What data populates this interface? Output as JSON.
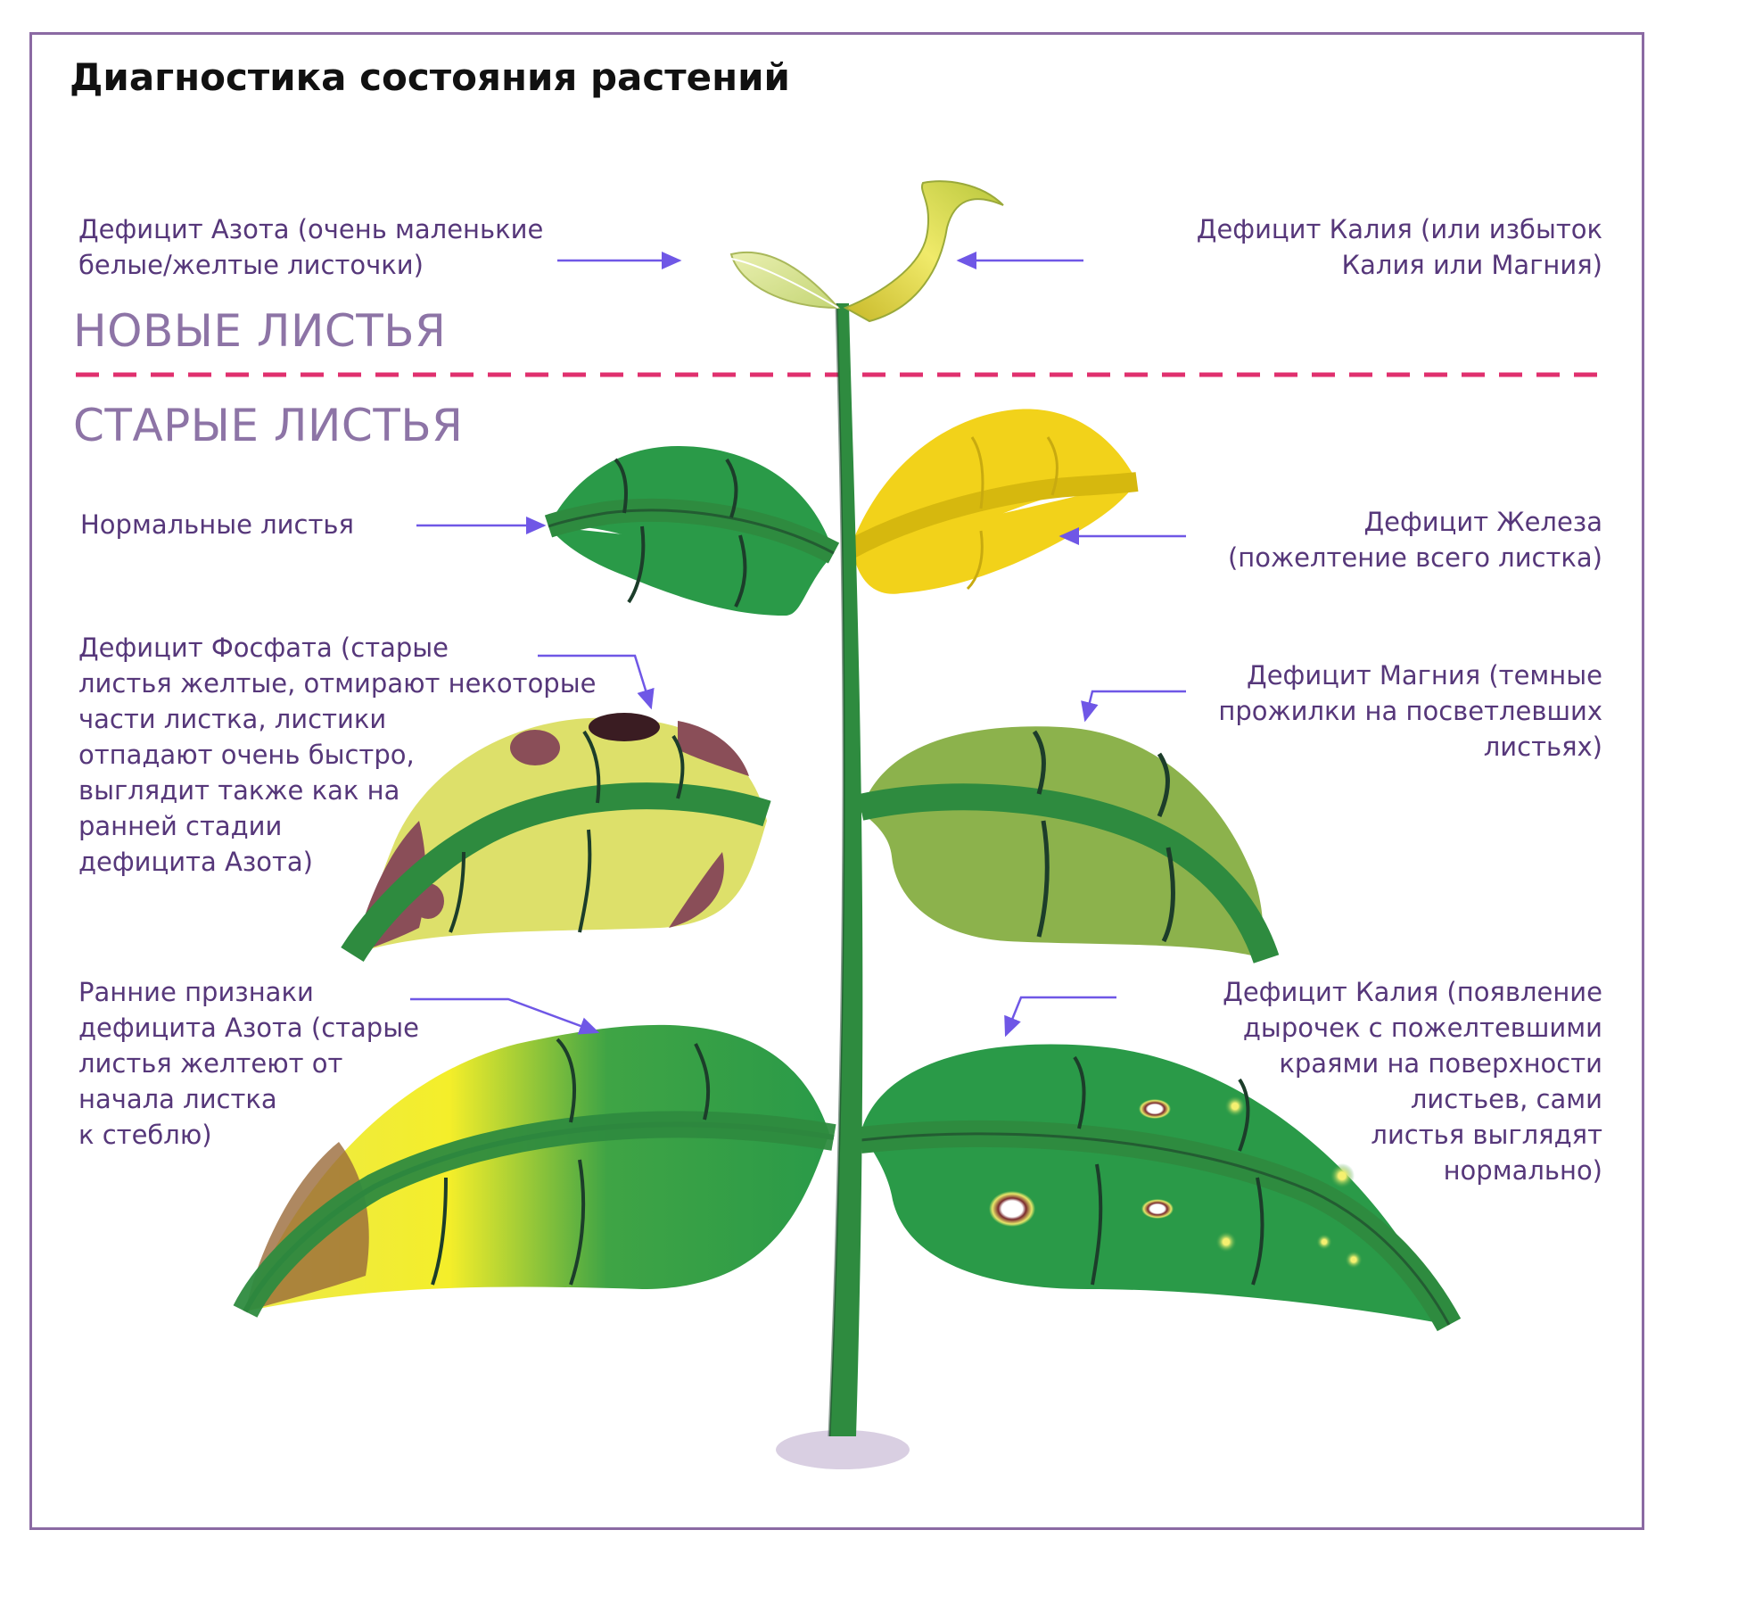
{
  "title": "Диагностика состояния растений",
  "sections": {
    "new_leaves": "НОВЫЕ ЛИСТЬЯ",
    "old_leaves": "СТАРЫЕ ЛИСТЬЯ"
  },
  "labels": {
    "nitrogen_deficit": "Дефицит Азота (очень маленькие\nбелые/желтые листочки)",
    "potassium_deficit_top": "Дефицит Калия (или избыток\nКалия или Магния)",
    "normal_leaves": "Нормальные листья",
    "iron_deficit": "Дефицит Железа\n(пожелтение всего листка)",
    "phosphate_deficit": "Дефицит Фосфата (старые\nлистья желтые, отмирают некоторые\nчасти листка, листики\nотпадают очень быстро,\nвыглядит также как на\nранней стадии\nдефицита Азота)",
    "magnesium_deficit": "Дефицит Магния (темные\nпрожилки на посветлевших\nлистьях)",
    "early_nitrogen": "Ранние признаки\nдефицита Азота (старые\nлистья желтеют от\nначала листка\nк стеблю)",
    "potassium_deficit_bottom": "Дефицит Калия (появление\nдырочек с пожелтевшими\nкраями на поверхности\nлистьев, сами\nлистья выглядят\nнормально)"
  },
  "colors": {
    "frame": "#8b6aa3",
    "label_text": "#56377a",
    "section_text": "#8d74a6",
    "divider": "#e0306e",
    "arrow": "#6f57e6",
    "stem": "#2e8b3f",
    "normal_leaf": "#2a9a48",
    "iron_leaf": "#f2d21a",
    "phosphate_leaf": "#dde06a",
    "magnesium_leaf": "#8cb24c",
    "necrosis": "#8a4e58",
    "vein": "#1c3d2a"
  }
}
